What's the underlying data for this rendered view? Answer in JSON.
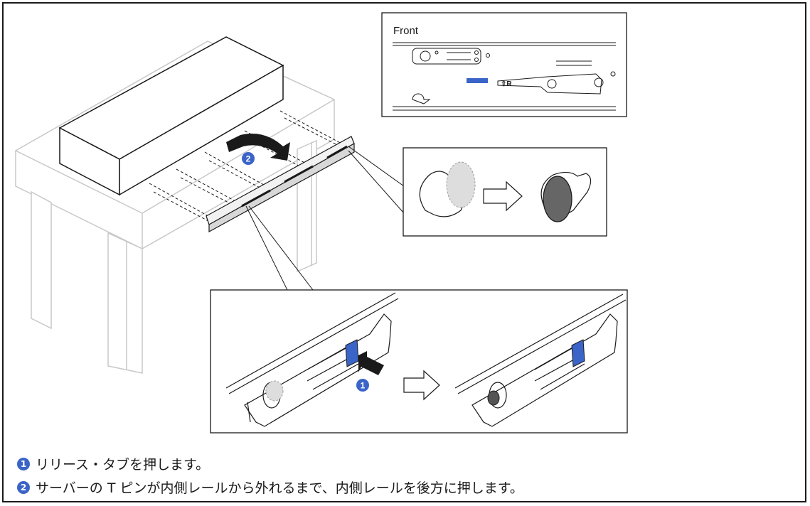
{
  "inset_top": {
    "label": "Front",
    "marker": "⇧R"
  },
  "callouts": {
    "c1": "1",
    "c2": "2"
  },
  "steps": [
    {
      "num": "1",
      "text": "リリース・タブを押します。"
    },
    {
      "num": "2",
      "text": "サーバーの T ピンが内側レールから外れるまで、内側レールを後方に押します。"
    }
  ],
  "colors": {
    "accent": "#3b64c8",
    "line": "#1a1a1a",
    "ghost": "#c8c8c8"
  },
  "icons": [
    "press-arrow-icon",
    "next-step-arrow-icon",
    "push-arrow-icon"
  ]
}
